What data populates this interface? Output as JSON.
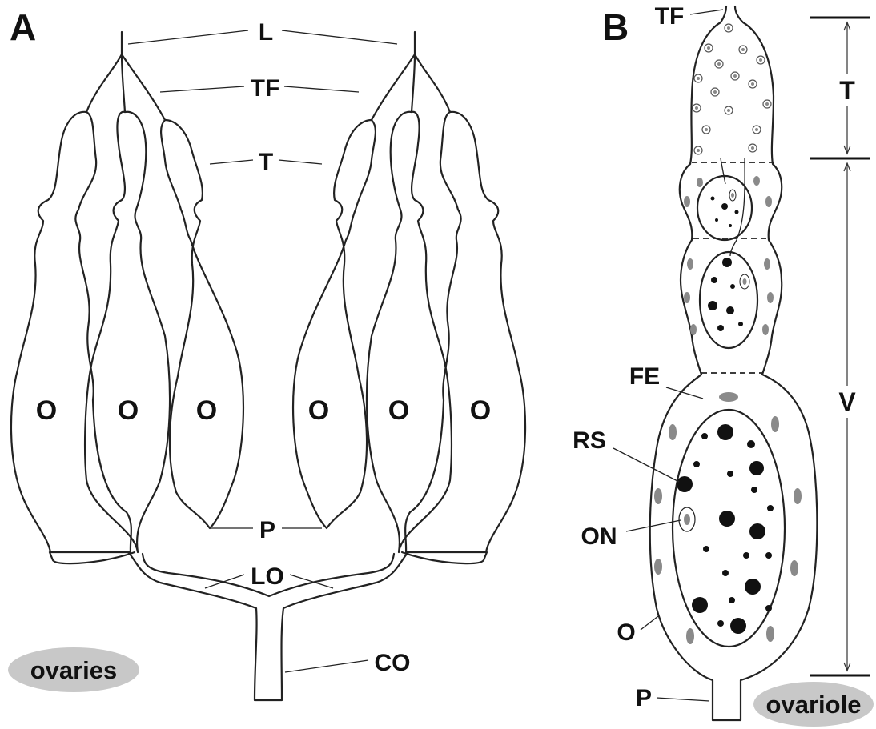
{
  "panels": {
    "a_label": "A",
    "b_label": "B"
  },
  "ovaries": {
    "badge": "ovaries",
    "labels": {
      "L": "L",
      "TF": "TF",
      "T": "T",
      "O": "O",
      "P": "P",
      "LO": "LO",
      "CO": "CO"
    }
  },
  "ovariole": {
    "badge": "ovariole",
    "labels": {
      "TF": "TF",
      "T": "T",
      "V": "V",
      "FE": "FE",
      "RS": "RS",
      "ON": "ON",
      "O": "O",
      "P": "P"
    }
  },
  "colors": {
    "ink": "#111111",
    "badge_fill": "#c8c8c8",
    "nucleus_gray": "#8a8a8a",
    "yolk_black": "#111111"
  }
}
